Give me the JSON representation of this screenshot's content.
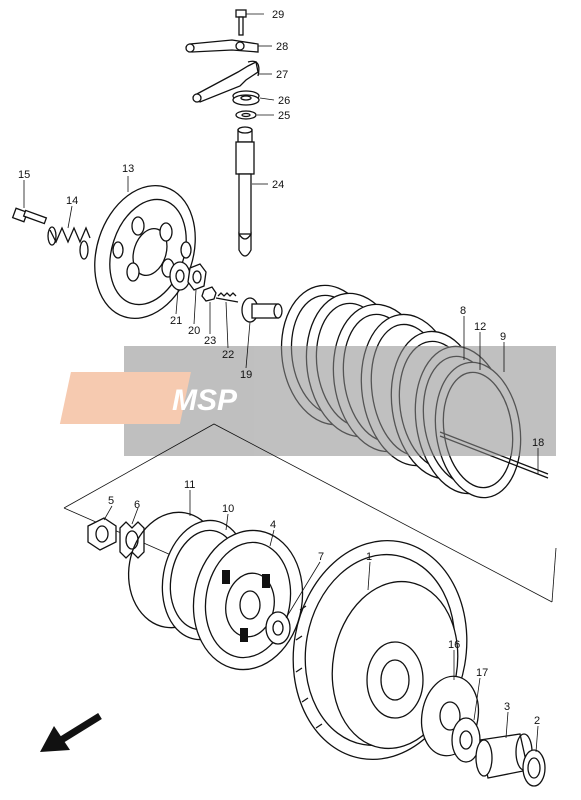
{
  "watermark": {
    "logo_text": "MSP",
    "band_color": "#8c8c8c",
    "logo_color": "#f0a070"
  },
  "diagram": {
    "title": "",
    "parts": [
      {
        "number": "1"
      },
      {
        "number": "2"
      },
      {
        "number": "3"
      },
      {
        "number": "4"
      },
      {
        "number": "5"
      },
      {
        "number": "6"
      },
      {
        "number": "7"
      },
      {
        "number": "8"
      },
      {
        "number": "9"
      },
      {
        "number": "10"
      },
      {
        "number": "11"
      },
      {
        "number": "12"
      },
      {
        "number": "13"
      },
      {
        "number": "14"
      },
      {
        "number": "15"
      },
      {
        "number": "16"
      },
      {
        "number": "17"
      },
      {
        "number": "18"
      },
      {
        "number": "19"
      },
      {
        "number": "20"
      },
      {
        "number": "21"
      },
      {
        "number": "22"
      },
      {
        "number": "23"
      },
      {
        "number": "24"
      },
      {
        "number": "25"
      },
      {
        "number": "26"
      },
      {
        "number": "27"
      },
      {
        "number": "28"
      },
      {
        "number": "29"
      }
    ],
    "front_arrow_icon": "arrow-down-left-icon"
  }
}
